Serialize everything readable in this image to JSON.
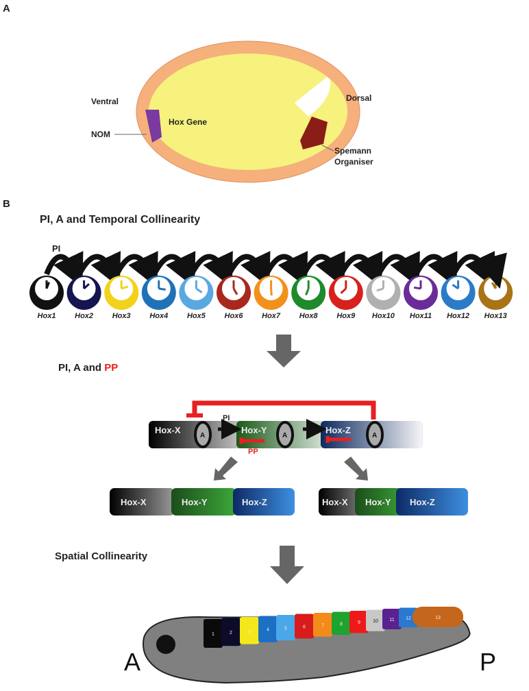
{
  "panel_a": {
    "letter": "A",
    "ventral": "Ventral",
    "dorsal": "Dorsal",
    "nom": "NOM",
    "hox_gene": "Hox Gene",
    "spemann_line1": "Spemann",
    "spemann_line2": "Organiser",
    "colors": {
      "ring": "#f5b07c",
      "yolk": "#f7f27e",
      "nom": "#7a3aa0",
      "organiser": "#8a1e16"
    }
  },
  "panel_b": {
    "letter": "B",
    "title_temporal": "PI, A and Temporal Collinearity",
    "pi_label": "PI",
    "hox_genes": [
      {
        "label": "Hox1",
        "color": "#111111"
      },
      {
        "label": "Hox2",
        "color": "#15164f"
      },
      {
        "label": "Hox3",
        "color": "#f2d21a"
      },
      {
        "label": "Hox4",
        "color": "#1f72b8"
      },
      {
        "label": "Hox5",
        "color": "#5aa8e0"
      },
      {
        "label": "Hox6",
        "color": "#a8281e"
      },
      {
        "label": "Hox7",
        "color": "#f2901c"
      },
      {
        "label": "Hox8",
        "color": "#1d8a2c"
      },
      {
        "label": "Hox9",
        "color": "#d8201c"
      },
      {
        "label": "Hox10",
        "color": "#b0b0b0"
      },
      {
        "label": "Hox11",
        "color": "#6a2c98"
      },
      {
        "label": "Hox12",
        "color": "#2a7cc8"
      },
      {
        "label": "Hox13",
        "color": "#a87416"
      }
    ],
    "title_pp_prefix": "PI, A and ",
    "title_pp_suffix": "PP",
    "pp_color": "#e82020",
    "mechanism": {
      "pi_label": "PI",
      "pp_label": "PP",
      "a_label": "A",
      "genes": [
        "Hox-X",
        "Hox-Y",
        "Hox-Z"
      ]
    },
    "outcome_left": [
      "Hox-X",
      "Hox-Y",
      "Hox-Z"
    ],
    "outcome_right": [
      "Hox-X",
      "Hox-Y",
      "Hox-Z"
    ],
    "title_spatial": "Spatial Collinearity",
    "embryo": {
      "anterior": "A",
      "posterior": "P",
      "segments": [
        "1",
        "2",
        "3",
        "4",
        "5",
        "6",
        "7",
        "8",
        "9",
        "10",
        "11",
        "12",
        "13"
      ],
      "segment_colors": [
        "#0a0a0a",
        "#0c0c2a",
        "#f4e81a",
        "#1c6fc2",
        "#4aa8e8",
        "#d81c1c",
        "#f48a1a",
        "#1ea32e",
        "#ee1a1a",
        "#c8c8c8",
        "#5a2290",
        "#2a78d0",
        "#c4661c"
      ],
      "body_color": "#808080"
    }
  }
}
